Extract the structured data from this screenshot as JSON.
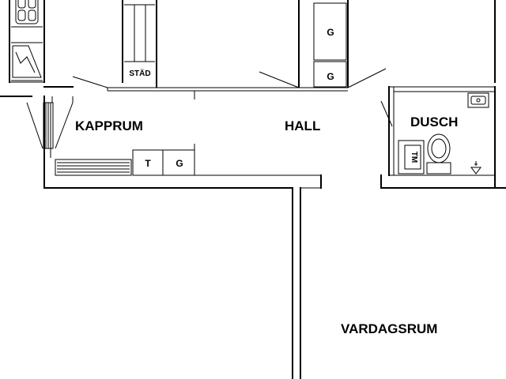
{
  "colors": {
    "line": "#000000",
    "background": "#ffffff"
  },
  "rooms": {
    "kapprum": "KAPPRUM",
    "hall": "HALL",
    "dusch": "DUSCH",
    "vardagsrum": "VARDAGSRUM"
  },
  "fixtures": {
    "stad": "STÄD",
    "g_upper": "G",
    "g_lower": "G",
    "t": "T",
    "g_kapprum": "G",
    "tm": "TM"
  },
  "icons": {
    "stove": "stove-icon",
    "sink": "sink-icon",
    "toilet": "toilet-icon",
    "floor_drain": "floor-drain-icon"
  }
}
